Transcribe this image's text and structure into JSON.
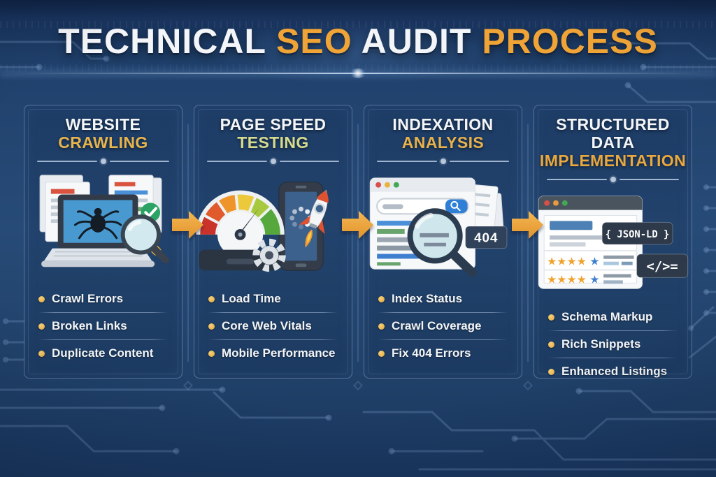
{
  "header": {
    "title_segments": [
      {
        "text": "TECHNICAL ",
        "color": "#f3f5f8"
      },
      {
        "text": "SEO ",
        "color": "#f0a436"
      },
      {
        "text": "AUDIT ",
        "color": "#f3f5f8"
      },
      {
        "text": "PROCESS",
        "color": "#f0a436"
      }
    ]
  },
  "columns": [
    {
      "heading_top": "WEBSITE",
      "heading_bottom": "CRAWLING",
      "accent": "#e6b44e",
      "items": [
        "Crawl Errors",
        "Broken Links",
        "Duplicate Content"
      ]
    },
    {
      "heading_top": "PAGE SPEED",
      "heading_bottom": "TESTING",
      "accent": "#d6db8e",
      "items": [
        "Load Time",
        "Core Web Vitals",
        "Mobile Performance"
      ]
    },
    {
      "heading_top": "INDEXATION",
      "heading_bottom": "ANALYSIS",
      "accent": "#e7b14b",
      "items": [
        "Index Status",
        "Crawl Coverage",
        "Fix 404 Errors"
      ]
    },
    {
      "heading_top": "STRUCTURED DATA",
      "heading_bottom": "IMPLEMENTATION",
      "accent": "#eaa83e",
      "items": [
        "Schema Markup",
        "Rich Snippets",
        "Enhanced Listings"
      ]
    }
  ],
  "illustrations": {
    "error_badge": "404",
    "jsonld_badge": "{ JSON-LD }",
    "code_badge": "</>=",
    "stars_gold": "★★★★",
    "star_blue": "★"
  },
  "colors": {
    "background": "#274b77",
    "title_gold": "#f0a436",
    "arrow_gold": "#eca63a",
    "panel_border": "#98b8e0",
    "bullet_gold": "#e8b44a",
    "badge_navy": "#30415a"
  }
}
